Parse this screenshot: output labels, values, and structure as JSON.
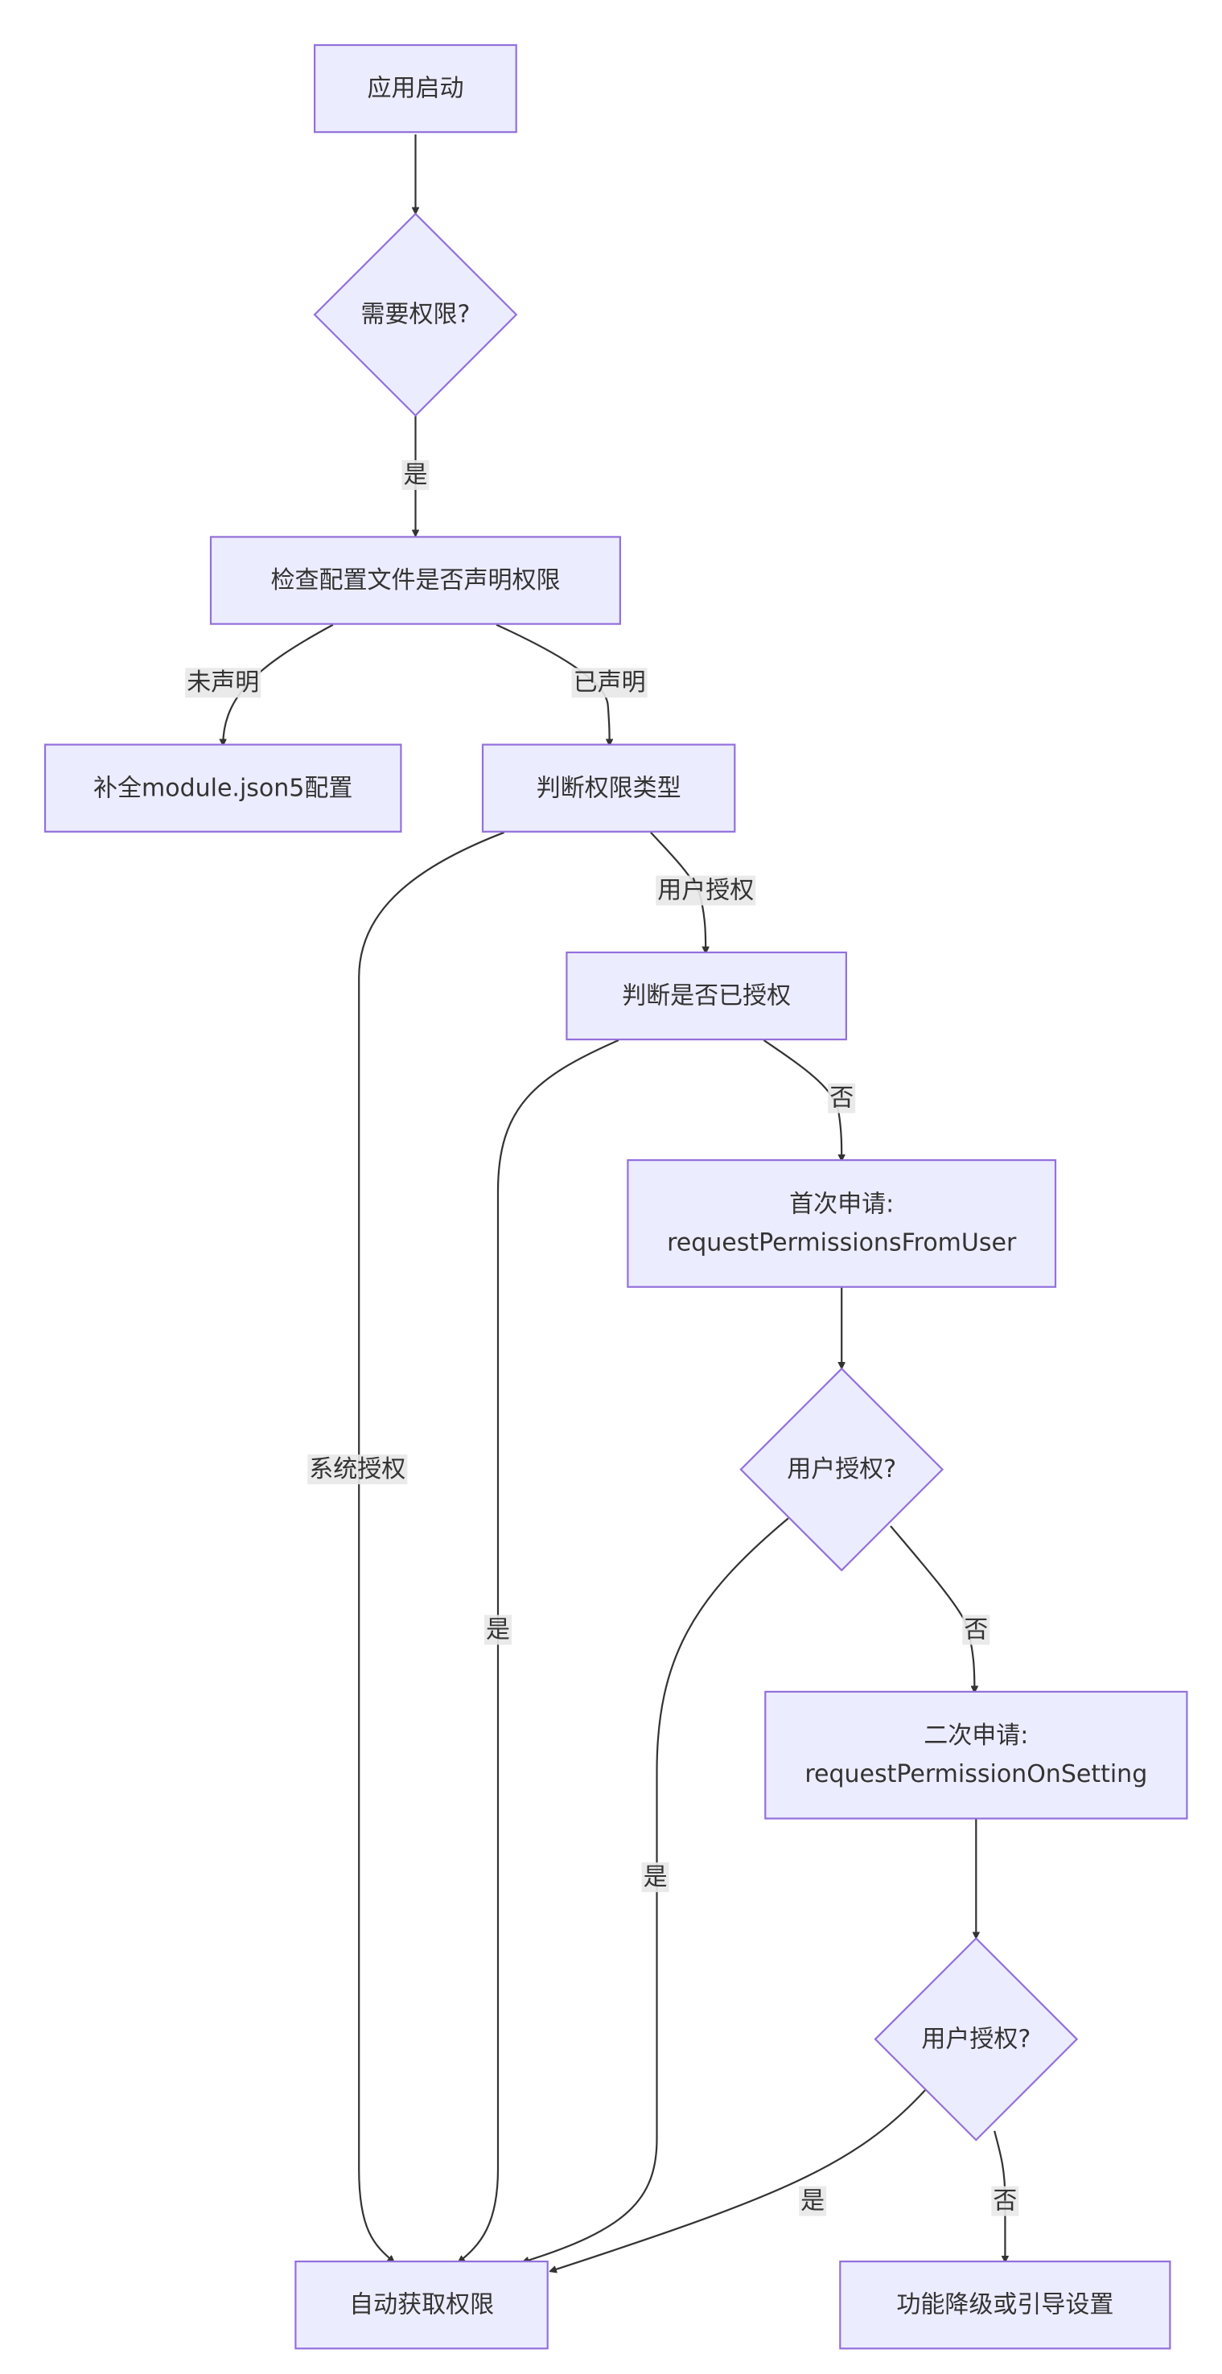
{
  "diagram": {
    "type": "flowchart",
    "nodes": [
      {
        "id": "start",
        "shape": "rect",
        "lines": [
          "应用启动"
        ]
      },
      {
        "id": "need_perm",
        "shape": "diamond",
        "lines": [
          "需要权限?"
        ]
      },
      {
        "id": "check_config",
        "shape": "rect",
        "lines": [
          "检查配置文件是否声明权限"
        ]
      },
      {
        "id": "fill_config",
        "shape": "rect",
        "lines": [
          "补全module.json5配置"
        ]
      },
      {
        "id": "judge_type",
        "shape": "rect",
        "lines": [
          "判断权限类型"
        ]
      },
      {
        "id": "judge_granted",
        "shape": "rect",
        "lines": [
          "判断是否已授权"
        ]
      },
      {
        "id": "first_request",
        "shape": "rect",
        "lines": [
          "首次申请:",
          "requestPermissionsFromUser"
        ]
      },
      {
        "id": "user_auth_1",
        "shape": "diamond",
        "lines": [
          "用户授权?"
        ]
      },
      {
        "id": "second_request",
        "shape": "rect",
        "lines": [
          "二次申请:",
          "requestPermissionOnSetting"
        ]
      },
      {
        "id": "user_auth_2",
        "shape": "diamond",
        "lines": [
          "用户授权?"
        ]
      },
      {
        "id": "auto_get",
        "shape": "rect",
        "lines": [
          "自动获取权限"
        ]
      },
      {
        "id": "degrade",
        "shape": "rect",
        "lines": [
          "功能降级或引导设置"
        ]
      }
    ],
    "edges": [
      {
        "id": "start-need_perm",
        "from": "start",
        "to": "need_perm",
        "label": ""
      },
      {
        "id": "need_perm-check_config",
        "from": "need_perm",
        "to": "check_config",
        "label": "是"
      },
      {
        "id": "check_config-fill_config",
        "from": "check_config",
        "to": "fill_config",
        "label": "未声明"
      },
      {
        "id": "check_config-judge_type",
        "from": "check_config",
        "to": "judge_type",
        "label": "已声明"
      },
      {
        "id": "judge_type-auto_get",
        "from": "judge_type",
        "to": "auto_get",
        "label": "系统授权"
      },
      {
        "id": "judge_type-judge_granted",
        "from": "judge_type",
        "to": "judge_granted",
        "label": "用户授权"
      },
      {
        "id": "judge_granted-auto_get",
        "from": "judge_granted",
        "to": "auto_get",
        "label": "是"
      },
      {
        "id": "judge_granted-first_request",
        "from": "judge_granted",
        "to": "first_request",
        "label": "否"
      },
      {
        "id": "first_request-user_auth_1",
        "from": "first_request",
        "to": "user_auth_1",
        "label": ""
      },
      {
        "id": "user_auth_1-auto_get",
        "from": "user_auth_1",
        "to": "auto_get",
        "label": "是"
      },
      {
        "id": "user_auth_1-second_request",
        "from": "user_auth_1",
        "to": "second_request",
        "label": "否"
      },
      {
        "id": "second_request-user_auth_2",
        "from": "second_request",
        "to": "user_auth_2",
        "label": ""
      },
      {
        "id": "user_auth_2-auto_get",
        "from": "user_auth_2",
        "to": "auto_get",
        "label": "是"
      },
      {
        "id": "user_auth_2-degrade",
        "from": "user_auth_2",
        "to": "degrade",
        "label": "否"
      }
    ]
  }
}
